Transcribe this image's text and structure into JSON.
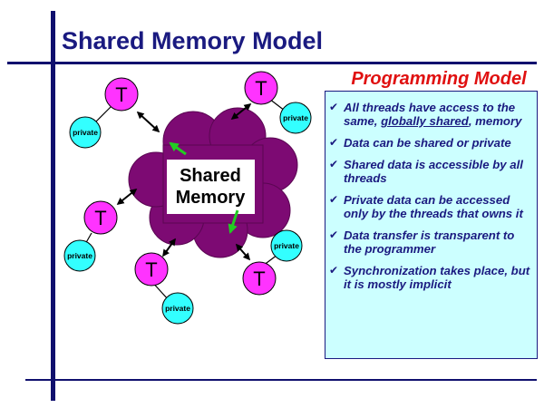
{
  "slide": {
    "title": "Shared Memory Model"
  },
  "diagram": {
    "shared_memory_label": [
      "Shared",
      "Memory"
    ],
    "thread_label": "T",
    "private_label": "private",
    "colors": {
      "cloud": "#7d0a73",
      "thread": "#ff33ff",
      "private": "#33ffff",
      "arrow_black": "#000000",
      "arrow_green": "#22cc22"
    }
  },
  "programming_model": {
    "heading": "Programming Model",
    "items": [
      {
        "before": "All threads have access to the same, ",
        "underlined": "globally shared",
        "after": ", memory"
      },
      {
        "before": "Data can be shared or private",
        "underlined": "",
        "after": ""
      },
      {
        "before": "Shared data is accessible by all threads",
        "underlined": "",
        "after": ""
      },
      {
        "before": "Private data can be accessed only by the threads that owns it",
        "underlined": "",
        "after": ""
      },
      {
        "before": "Data transfer is transparent to the programmer",
        "underlined": "",
        "after": ""
      },
      {
        "before": "Synchronization takes place, but it is mostly implicit",
        "underlined": "",
        "after": ""
      }
    ],
    "check_icon": "check-icon",
    "colors": {
      "heading": "#e01010",
      "box_fill": "#ccffff",
      "text": "#1a1a80"
    }
  }
}
